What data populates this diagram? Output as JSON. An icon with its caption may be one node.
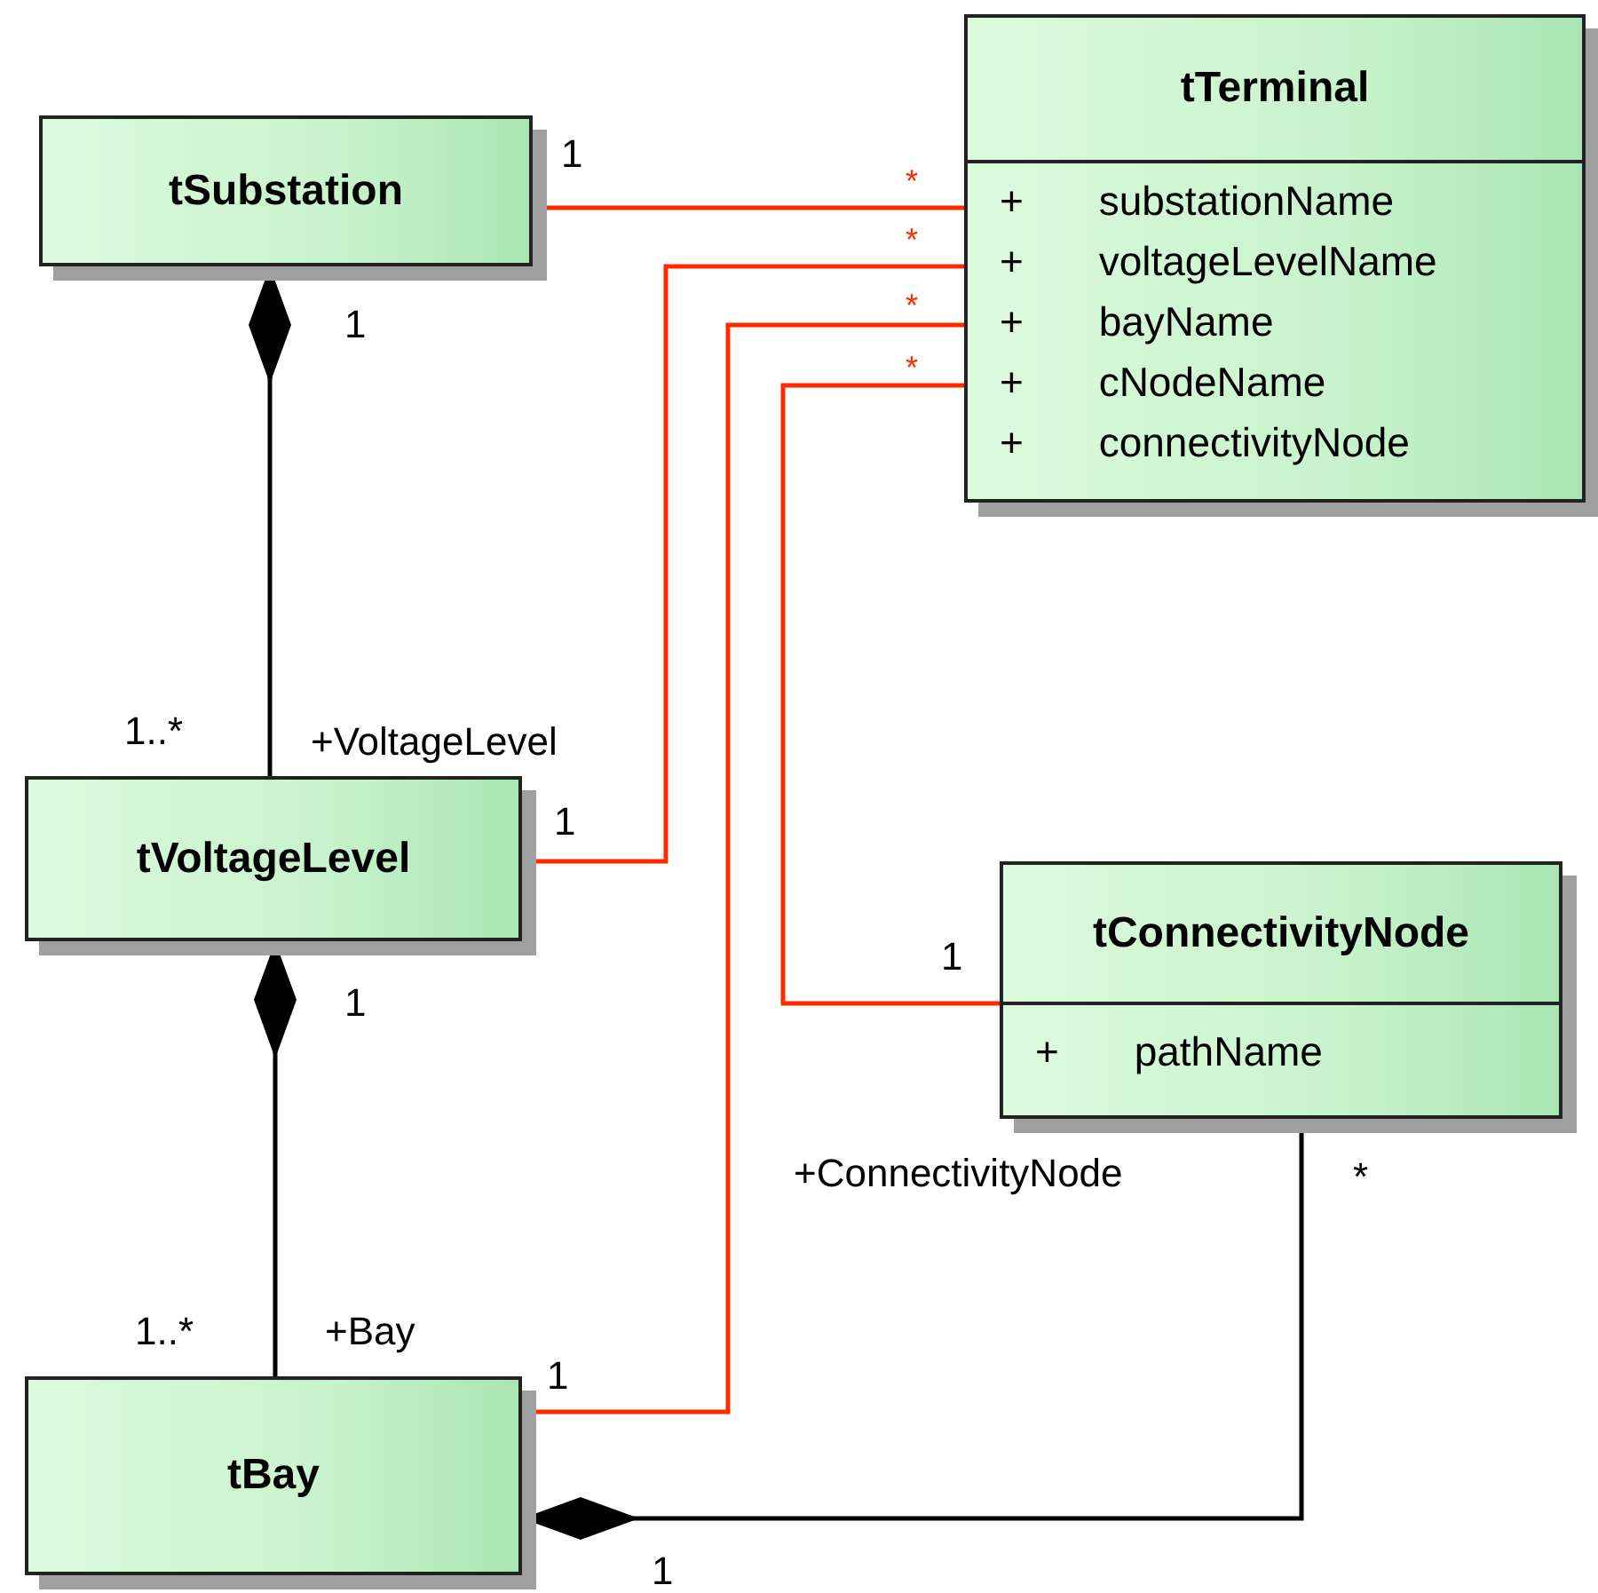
{
  "diagram": {
    "nodes": [
      {
        "text": [
          "tSubstation"
        ]
      },
      {
        "text": [
          "tTerminal",
          "+ substationName",
          "+ voltageLevelName",
          "+ bayName",
          "+ cNodeName",
          "+ connectivityNode"
        ]
      },
      {
        "text": [
          "tVoltageLevel"
        ]
      },
      {
        "text": [
          "tConnectivityNode",
          "+ pathName"
        ]
      },
      {
        "text": [
          "tBay"
        ]
      }
    ],
    "edges": [
      {
        "from": 0,
        "to": 1,
        "arrow": "none"
      },
      {
        "from": 2,
        "to": 1,
        "arrow": "none"
      },
      {
        "from": 4,
        "to": 1,
        "arrow": "none"
      },
      {
        "from": 3,
        "to": 1,
        "arrow": "none"
      },
      {
        "from": 0,
        "to": 2,
        "arrow": "other",
        "color": "#000000"
      },
      {
        "from": 2,
        "to": 4,
        "arrow": "other",
        "color": "#000000"
      },
      {
        "from": 4,
        "to": 3,
        "arrow": "other",
        "color": "#000000"
      }
    ],
    "labels": [
      "1",
      "*",
      "*",
      "*",
      "1",
      "*",
      "1..*",
      "+VoltageLevel",
      "1",
      "1",
      "1",
      "+ConnectivityNode",
      "*",
      "1..*",
      "+Bay",
      "1",
      "1"
    ]
  }
}
